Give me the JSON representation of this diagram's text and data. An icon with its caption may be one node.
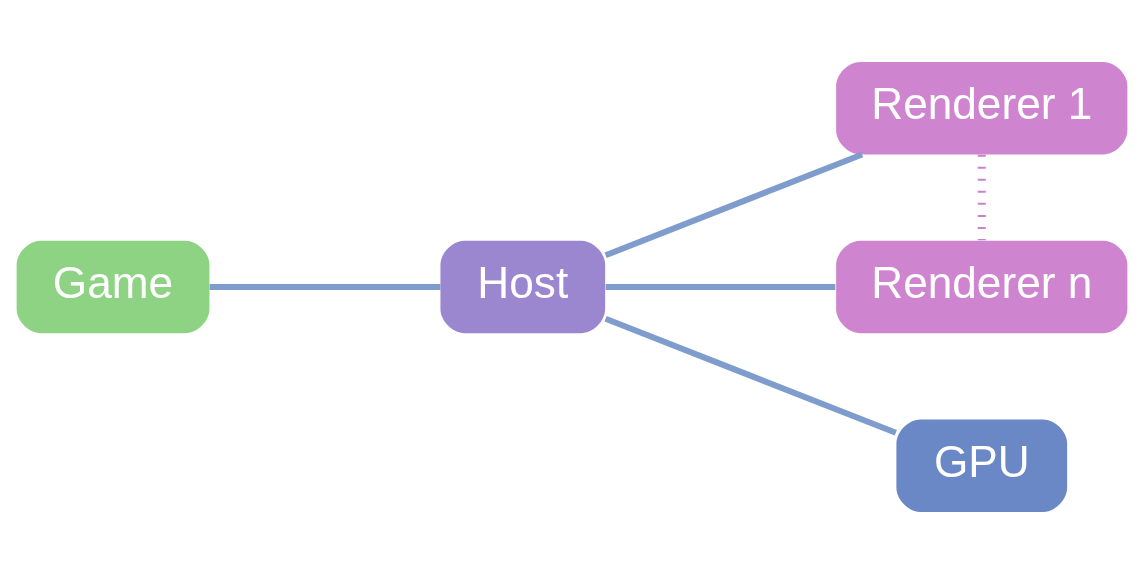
{
  "diagram": {
    "nodes": [
      {
        "text": [
          "Game"
        ]
      },
      {
        "text": [
          "Host"
        ]
      },
      {
        "text": [
          "Renderer 1"
        ]
      },
      {
        "text": [
          "Renderer n"
        ]
      },
      {
        "text": [
          "GPU"
        ]
      }
    ],
    "edges": [
      {
        "from": 0,
        "to": 1,
        "arrow": "none"
      },
      {
        "from": 1,
        "to": 2,
        "arrow": "none"
      },
      {
        "from": 1,
        "to": 3,
        "arrow": "none"
      },
      {
        "from": 1,
        "to": 4,
        "arrow": "none"
      },
      {
        "from": 2,
        "to": 3,
        "arrow": "none",
        "style": "dashed",
        "color": "#cc80cc"
      }
    ]
  }
}
